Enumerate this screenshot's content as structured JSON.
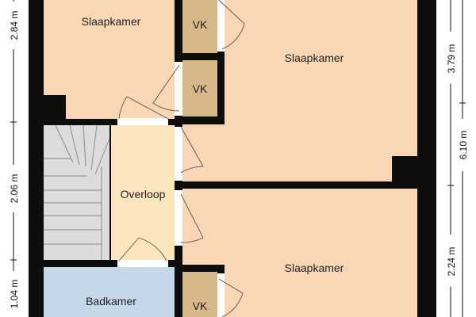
{
  "colors": {
    "wall": "#0d0d0d",
    "bedroom": "#f9d7b5",
    "landing": "#fde6be",
    "closet": "#d8b889",
    "bathroom": "#c5d8ea",
    "stairs": "#dcdcdc"
  },
  "rooms": {
    "bedroom_top_left": "Slaapkamer",
    "bedroom_top_right": "Slaapkamer",
    "bedroom_bottom_right": "Slaapkamer",
    "closet_1": "VK",
    "closet_2": "VK",
    "closet_3": "VK",
    "landing": "Overloop",
    "bathroom": "Badkamer"
  },
  "dimensions": {
    "left": [
      "2.84 m",
      "2.06 m",
      "1.04 m"
    ],
    "right": [
      "3.79 m",
      "2.24 m"
    ],
    "right_total": "6.10 m"
  }
}
